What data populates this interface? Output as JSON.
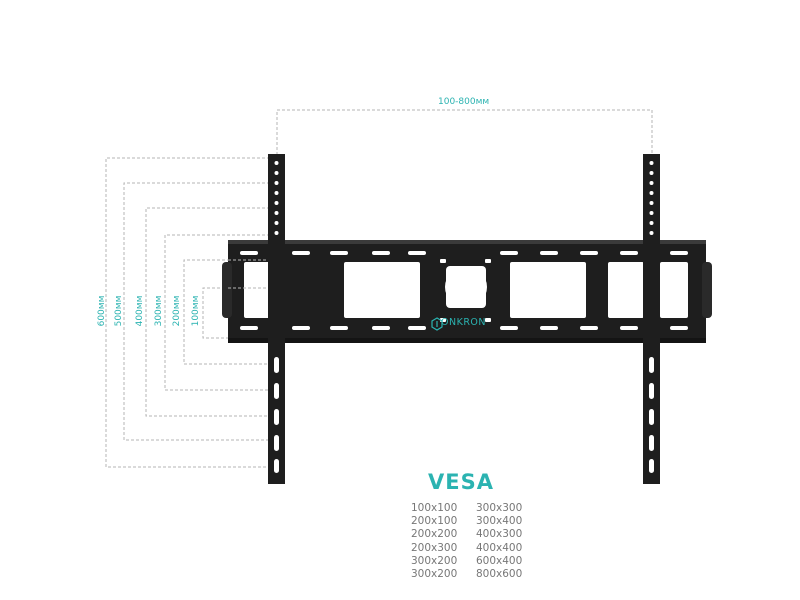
{
  "diagram": {
    "top_dimension": "100-800мм",
    "side_dimensions": [
      "600мм",
      "500мм",
      "400мм",
      "300мм",
      "200мм",
      "100мм"
    ],
    "brand": "ONKRON",
    "brand_icon": "onkron-logo-icon",
    "accent_color": "#2bb3b1",
    "bracket_color": "#1e1e1e",
    "guide_color": "#b5b5b5"
  },
  "vesa": {
    "title": "VESA",
    "col1": [
      "100x100",
      "200x100",
      "200x200",
      "200x300",
      "300x200",
      "300x200"
    ],
    "col2": [
      "300x300",
      "300x400",
      "400x300",
      "400x400",
      "600x400",
      "800x600"
    ]
  }
}
